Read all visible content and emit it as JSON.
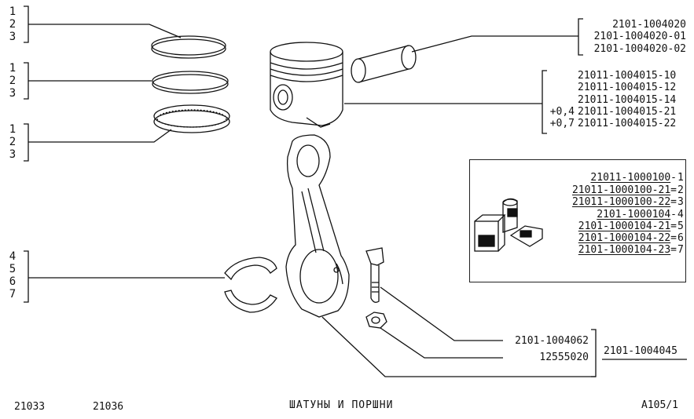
{
  "ring_set_1": [
    "1",
    "2",
    "3"
  ],
  "ring_set_2": [
    "1",
    "2",
    "3"
  ],
  "ring_set_3": [
    "1",
    "2",
    "3"
  ],
  "bearing_numbers": [
    "4",
    "5",
    "6",
    "7"
  ],
  "piston_pin_parts": [
    "2101-1004020",
    "2101-1004020-01",
    "2101-1004020-02"
  ],
  "piston_parts": [
    {
      "prefix": "",
      "part": "21011-1004015-10"
    },
    {
      "prefix": "",
      "part": "21011-1004015-12"
    },
    {
      "prefix": "",
      "part": "21011-1004015-14"
    },
    {
      "prefix": "+0,4",
      "part": "21011-1004015-21"
    },
    {
      "prefix": "+0,7",
      "part": "21011-1004015-22"
    }
  ],
  "inset": {
    "rows": [
      {
        "part": "21011-1000100",
        "sep": "-",
        "n": "1"
      },
      {
        "part": "21011-1000100-21",
        "sep": "=",
        "n": "2"
      },
      {
        "part": "21011-1000100-22",
        "sep": "=",
        "n": "3"
      },
      {
        "part": "2101-1000104",
        "sep": "-",
        "n": "4"
      },
      {
        "part": "2101-1000104-21",
        "sep": "=",
        "n": "5"
      },
      {
        "part": "2101-1000104-22",
        "sep": "=",
        "n": "6"
      },
      {
        "part": "2101-1000104-23",
        "sep": "=",
        "n": "7"
      }
    ]
  },
  "bolt_part": "2101-1004062",
  "nut_part": "12555020",
  "rod_assembly_part": "2101-1004045",
  "footer": {
    "model_1": "21033",
    "model_2": "21036",
    "title": "ШАТУНЫ И ПОРШНИ",
    "page_code": "А105/1"
  }
}
